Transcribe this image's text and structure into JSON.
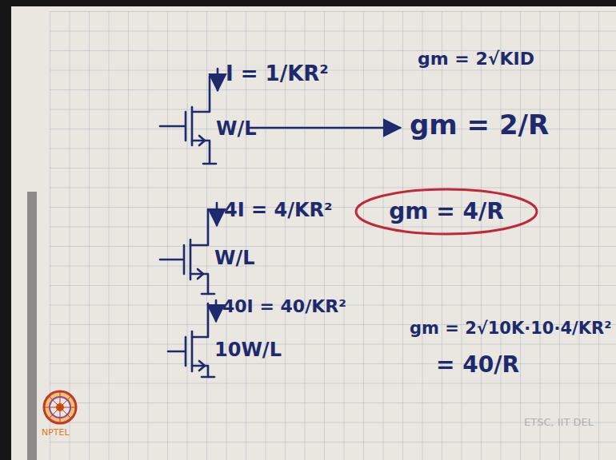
{
  "diagram": {
    "nodes": [
      {
        "text": [
          "gm = 4/R"
        ]
      }
    ],
    "labels": [
      "I = 1/KR²",
      "W/L",
      "gm = 2√KID",
      "gm = 2/R",
      "4I = 4/KR²",
      "W/L",
      "40I = 40/KR²",
      "10W/L",
      "gm = 2√10K·10·4/KR²",
      "= 40/R",
      "NPTEL",
      "ETSC, IIT DEL"
    ]
  }
}
